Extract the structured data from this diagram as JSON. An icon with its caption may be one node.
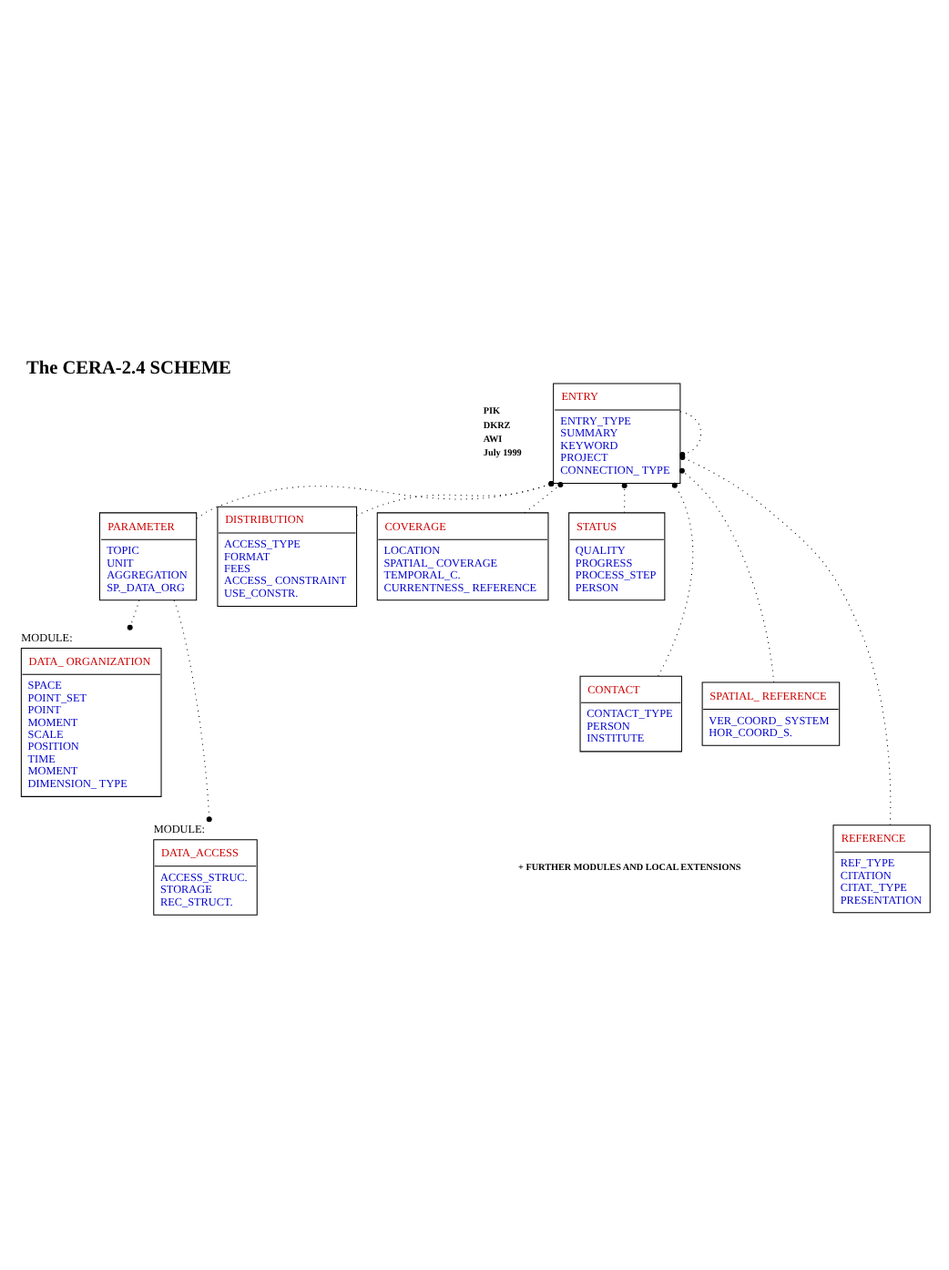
{
  "diagram": {
    "title": "The CERA-2.4 SCHEME",
    "nodes": [
      {
        "text": [
          "ENTRY",
          "ENTRY_TYPE",
          "SUMMARY",
          "KEYWORD",
          "PROJECT",
          "CONNECTION_ TYPE"
        ]
      },
      {
        "text": [
          "PARAMETER",
          "TOPIC",
          "UNIT",
          "AGGREGATION",
          "SP._DATA_ORG"
        ]
      },
      {
        "text": [
          "DISTRIBUTION",
          "ACCESS_TYPE",
          "FORMAT",
          "FEES",
          "ACCESS_ CONSTRAINT",
          "USE_CONSTR."
        ]
      },
      {
        "text": [
          "COVERAGE",
          "LOCATION",
          "SPATIAL_ COVERAGE",
          "TEMPORAL_C.",
          "CURRENTNESS_ REFERENCE"
        ]
      },
      {
        "text": [
          "STATUS",
          "QUALITY",
          "PROGRESS",
          "PROCESS_STEP",
          "PERSON"
        ]
      },
      {
        "text": [
          "CONTACT",
          "CONTACT_TYPE",
          "PERSON",
          "INSTITUTE"
        ]
      },
      {
        "text": [
          "SPATIAL_ REFERENCE",
          "VER_COORD_ SYSTEM",
          "HOR_COORD_S."
        ]
      },
      {
        "text": [
          "REFERENCE",
          "REF_TYPE",
          "CITATION",
          "CITAT._TYPE",
          "PRESENTATION"
        ]
      },
      {
        "text": [
          "DATA_ ORGANIZATION",
          "SPACE",
          "POINT_SET",
          "POINT",
          "MOMENT",
          "SCALE",
          "POSITION",
          "TIME",
          "MOMENT",
          "DIMENSION_ TYPE"
        ],
        "beside": [
          "MODULE:"
        ]
      },
      {
        "text": [
          "DATA_ACCESS",
          "ACCESS_STRUC.",
          "STORAGE",
          "REC_STRUCT."
        ],
        "beside": [
          "MODULE:"
        ]
      }
    ],
    "edges": [
      {
        "from": 1,
        "to": 0,
        "arrow": "other"
      },
      {
        "from": 2,
        "to": 0,
        "arrow": "other"
      },
      {
        "from": 3,
        "to": 0,
        "arrow": "other"
      },
      {
        "from": 4,
        "to": 0,
        "arrow": "other"
      },
      {
        "from": 6,
        "to": 0,
        "arrow": "other"
      },
      {
        "from": 5,
        "to": 0,
        "arrow": "other"
      },
      {
        "from": 7,
        "to": 0,
        "arrow": "other"
      },
      {
        "from": 0,
        "to": 0,
        "arrow": "other"
      },
      {
        "from": 1,
        "to": 8,
        "arrow": "other"
      },
      {
        "from": 1,
        "to": 9,
        "arrow": "other"
      }
    ],
    "labels": [
      "PIK",
      "DKRZ",
      "AWI",
      "July 1999",
      "+ FURTHER MODULES AND LOCAL EXTENSIONS"
    ]
  }
}
